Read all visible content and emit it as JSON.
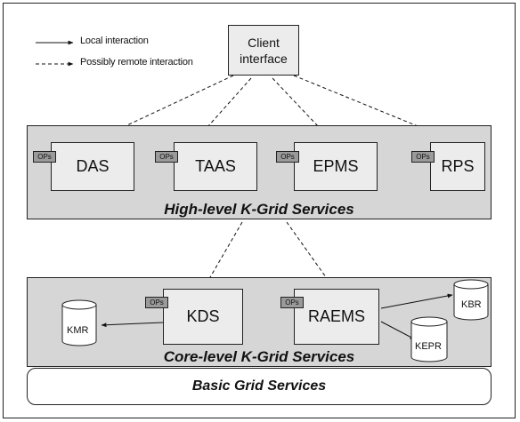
{
  "legend": {
    "local": "Local interaction",
    "remote": "Possibly remote interaction"
  },
  "client": {
    "line1": "Client",
    "line2": "interface"
  },
  "high_level": {
    "label": "High-level K-Grid Services",
    "services": [
      {
        "name": "DAS",
        "ops": "OPs"
      },
      {
        "name": "TAAS",
        "ops": "OPs"
      },
      {
        "name": "EPMS",
        "ops": "OPs"
      },
      {
        "name": "RPS",
        "ops": "OPs"
      }
    ]
  },
  "core_level": {
    "label": "Core-level K-Grid Services",
    "services": [
      {
        "name": "KDS",
        "ops": "OPs"
      },
      {
        "name": "RAEMS",
        "ops": "OPs"
      }
    ],
    "repositories": [
      "KMR",
      "KBR",
      "KEPR"
    ]
  },
  "basic": {
    "label": "Basic Grid Services"
  }
}
